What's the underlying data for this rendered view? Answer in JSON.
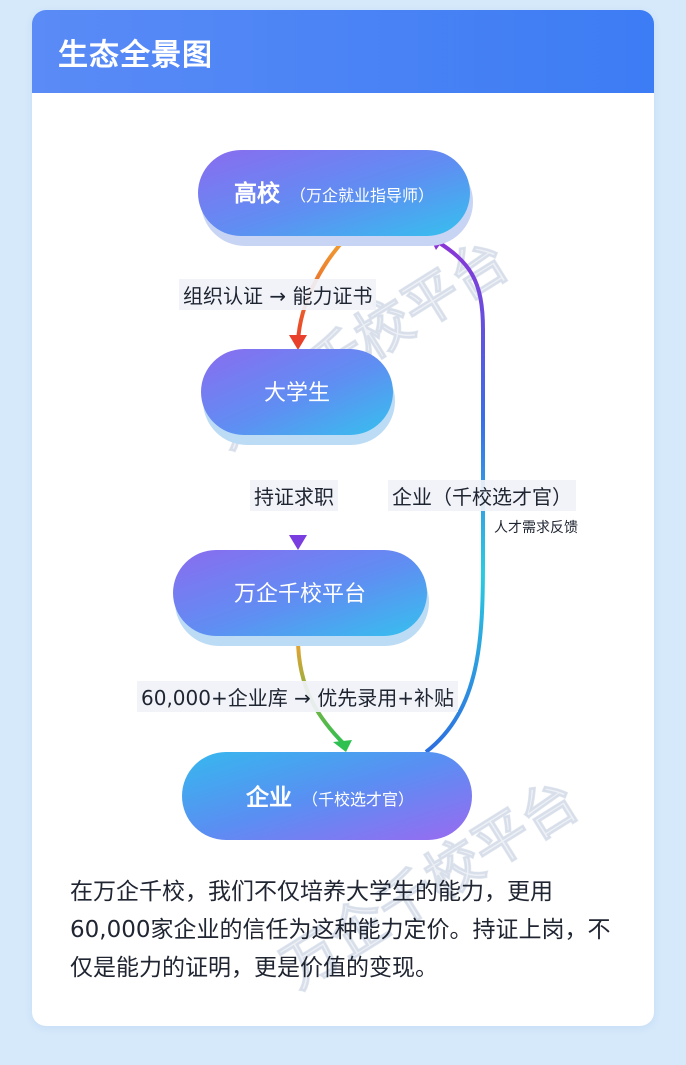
{
  "card": {
    "title": "生态全景图"
  },
  "nodes": {
    "university": {
      "main": "高校",
      "sub": "（万企就业指导师）"
    },
    "student": {
      "main": "大学生"
    },
    "platform": {
      "main": "万企千校平台"
    },
    "enterprise": {
      "main": "企业",
      "sub": "（千校选才官）"
    }
  },
  "edges": {
    "university_to_student": "组织认证 →  能力证书",
    "student_to_platform": "持证求职",
    "platform_to_enterprise": "60,000+企业库 → 优先录用+补贴",
    "enterprise_to_university": "企业（千校选才官）",
    "enterprise_to_university_sub": "人才需求反馈"
  },
  "paragraph": "在万企千校，我们不仅培养大学生的能力，更用60,000家企业的信任为这种能力定价。持证上岗，不仅是能力的证明，更是价值的变现。",
  "watermark": "万企千校平台",
  "colors": {
    "header": "#4a84f5",
    "node_top": "#7f6ff0",
    "node_bottom": "#39b8ef",
    "background": "#d6e9fb"
  }
}
